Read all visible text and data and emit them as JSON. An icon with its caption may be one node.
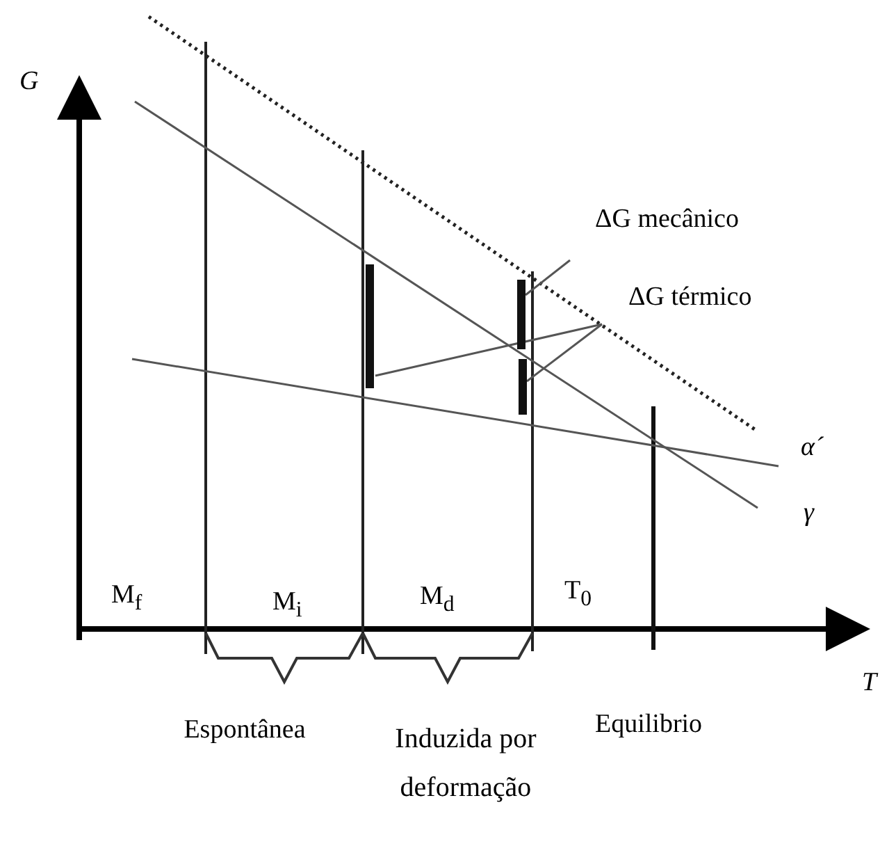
{
  "diagram": {
    "nodes": [
      {
        "text": [
          "ΔG mecânico"
        ]
      },
      {
        "text": [
          "ΔG térmico"
        ]
      },
      {
        "text": [],
        "shape": "bar"
      },
      {
        "text": [],
        "shape": "bar"
      },
      {
        "text": [],
        "shape": "bar"
      }
    ],
    "edges": [
      {
        "from": 0,
        "to": 3,
        "arrow": "none"
      },
      {
        "from": 1,
        "to": 2,
        "arrow": "none"
      },
      {
        "from": 1,
        "to": 4,
        "arrow": "none"
      }
    ],
    "labels": [
      "G",
      "α´",
      "γ",
      "M$_{f}$",
      "M$_{i}$",
      "M$_{d}$",
      "T$_{0}$",
      "T",
      "Espontânea",
      "Induzida por deformação",
      "Equilibrio"
    ]
  }
}
